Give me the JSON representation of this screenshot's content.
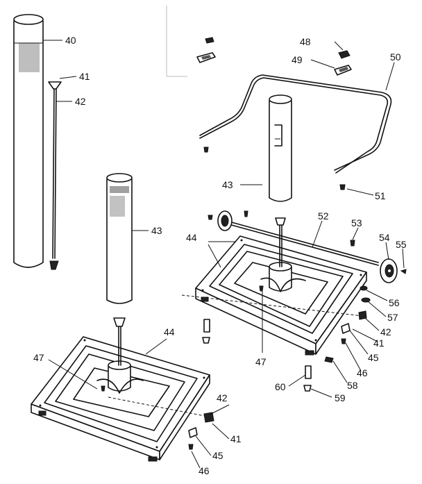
{
  "callouts": {
    "c40": "40",
    "c41_top": "41",
    "c42_top": "42",
    "c43_left": "43",
    "c43_right": "43",
    "c44_left": "44",
    "c44_right": "44",
    "c47_left": "47",
    "c47_right": "47",
    "c42_bl": "42",
    "c41_bl": "41",
    "c45_bl": "45",
    "c46_bl": "46",
    "c48": "48",
    "c49": "49",
    "c50": "50",
    "c51": "51",
    "c52": "52",
    "c53": "53",
    "c54": "54",
    "c55": "55",
    "c56": "56",
    "c57": "57",
    "c42_r": "42",
    "c41_r": "41",
    "c45_r": "45",
    "c46_r": "46",
    "c58": "58",
    "c59": "59",
    "c60": "60"
  }
}
